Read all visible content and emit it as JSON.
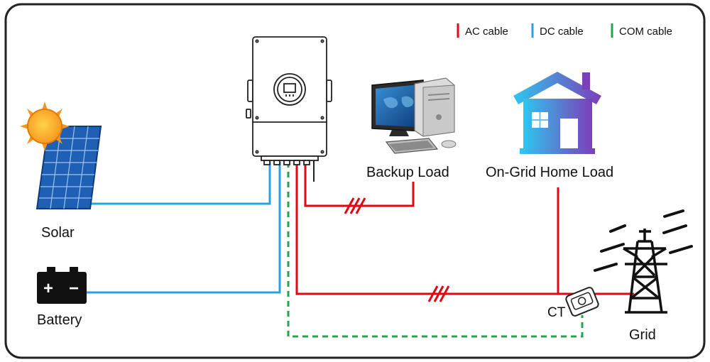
{
  "legend": {
    "ac": {
      "label": "AC cable",
      "color": "#e30613"
    },
    "dc": {
      "label": "DC cable",
      "color": "#29a3e0"
    },
    "com": {
      "label": "COM cable",
      "color": "#1ea84b"
    }
  },
  "components": {
    "solar": {
      "label": "Solar",
      "icon": "solar-panel-icon"
    },
    "battery": {
      "label": "Battery",
      "icon": "battery-icon"
    },
    "inverter": {
      "icon": "hybrid-inverter-icon"
    },
    "backup_load": {
      "label": "Backup Load",
      "icon": "desktop-computer-icon"
    },
    "home_load": {
      "label": "On-Grid Home Load",
      "icon": "house-icon"
    },
    "ct": {
      "label": "CT",
      "icon": "current-transformer-icon"
    },
    "grid": {
      "label": "Grid",
      "icon": "transmission-tower-icon"
    }
  },
  "battery_terminals": {
    "positive": "+",
    "negative": "−"
  },
  "colors": {
    "frame": "#222222",
    "sun": "#f7941d",
    "panel": "#1f5fb4",
    "house_start": "#2fc6ee",
    "house_end": "#7b3fb8"
  }
}
